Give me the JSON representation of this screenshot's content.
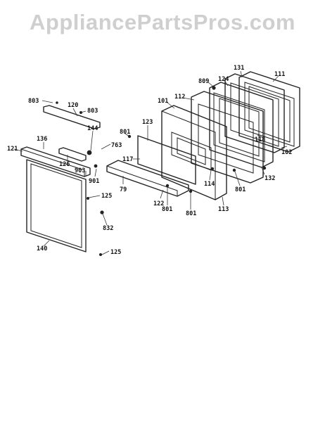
{
  "watermark": "AppliancePartsPros.com",
  "callouts": {
    "c803a": "803",
    "c120": "120",
    "c803b": "803",
    "c144": "144",
    "c136": "136",
    "c121": "121",
    "c126": "126",
    "c903": "903",
    "c901a": "901",
    "c125a": "125",
    "c832": "832",
    "c140": "140",
    "c125b": "125",
    "c801a": "801",
    "c763": "763",
    "c123": "123",
    "c117": "117",
    "c79": "79",
    "c122": "122",
    "c801b": "801",
    "c801c": "801",
    "c101": "101",
    "c112": "112",
    "c809": "809",
    "c124": "124",
    "c131": "131",
    "c111": "111",
    "c118": "118",
    "c102": "102",
    "c132": "132",
    "c114": "114",
    "c113": "113",
    "c801d": "801"
  }
}
